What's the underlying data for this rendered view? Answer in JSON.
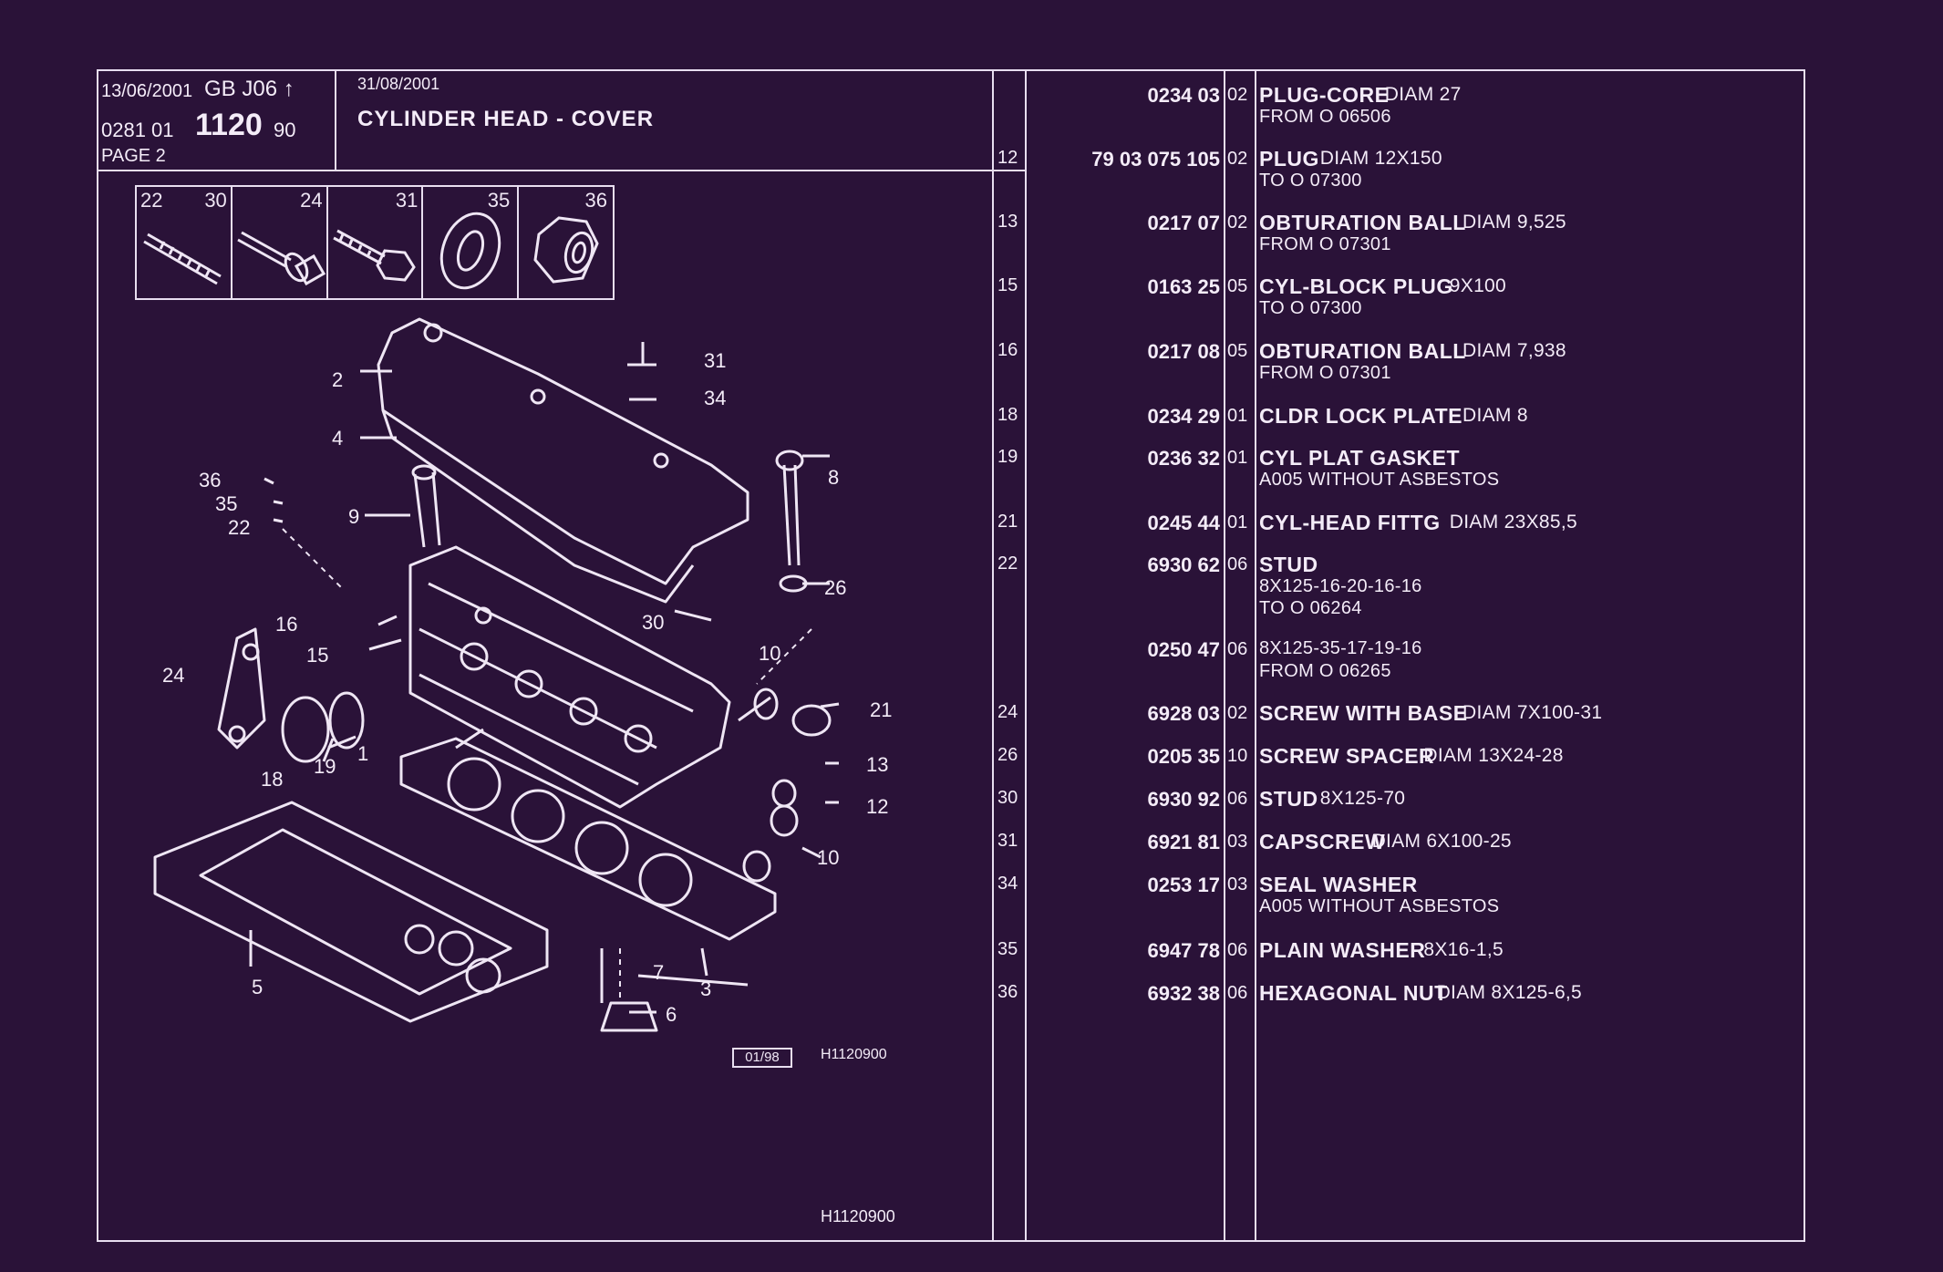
{
  "header": {
    "date_left": "13/06/2001",
    "gb_code": "GB  J06 ↑",
    "ref_prefix": "0281  01",
    "ref_main": "1120",
    "ref_suffix": "90",
    "page": "PAGE  2",
    "date_right": "31/08/2001",
    "title": "CYLINDER HEAD - COVER"
  },
  "thumbnails": [
    {
      "a": "22",
      "b": "30"
    },
    {
      "a": "",
      "b": "24"
    },
    {
      "a": "",
      "b": "31"
    },
    {
      "a": "",
      "b": "35"
    },
    {
      "a": "",
      "b": "36"
    }
  ],
  "callouts": [
    "31",
    "34",
    "2",
    "4",
    "8",
    "36",
    "35",
    "22",
    "9",
    "26",
    "30",
    "16",
    "15",
    "10",
    "24",
    "21",
    "13",
    "1",
    "18",
    "19",
    "12",
    "10",
    "7",
    "5",
    "3",
    "6"
  ],
  "stamp": "01/98",
  "drawing_code": "H1120900",
  "footer_code": "H1120900",
  "parts": [
    {
      "ref": "",
      "part": "0234 03",
      "qty": "02",
      "name": "PLUG-CORE",
      "spec": "DIAM 27",
      "note": "FROM  O  06506"
    },
    {
      "ref": "12",
      "part": "79 03 075 105",
      "qty": "02",
      "name": "PLUG",
      "spec": "DIAM 12X150",
      "note": "TO  O  07300"
    },
    {
      "ref": "13",
      "part": "0217 07",
      "qty": "02",
      "name": "OBTURATION BALL",
      "spec": "DIAM 9,525",
      "note": "FROM  O  07301"
    },
    {
      "ref": "15",
      "part": "0163 25",
      "qty": "05",
      "name": "CYL-BLOCK PLUG",
      "spec": "9X100",
      "note": "TO  O  07300"
    },
    {
      "ref": "16",
      "part": "0217 08",
      "qty": "05",
      "name": "OBTURATION BALL",
      "spec": "DIAM 7,938",
      "note": "FROM  O  07301"
    },
    {
      "ref": "18",
      "part": "0234 29",
      "qty": "01",
      "name": "CLDR LOCK PLATE",
      "spec": "DIAM 8",
      "note": ""
    },
    {
      "ref": "19",
      "part": "0236 32",
      "qty": "01",
      "name": "CYL PLAT GASKET",
      "spec": "",
      "note": "A005 WITHOUT ASBESTOS"
    },
    {
      "ref": "21",
      "part": "0245 44",
      "qty": "01",
      "name": "CYL-HEAD FITTG",
      "spec": "DIAM 23X85,5",
      "note": ""
    },
    {
      "ref": "22",
      "part": "6930 62",
      "qty": "06",
      "name": "STUD",
      "spec": "",
      "note": "8X125-16-20-16-16",
      "note2": "TO  O  06264"
    },
    {
      "ref": "",
      "part": "0250 47",
      "qty": "06",
      "name": "",
      "spec": "",
      "note": "8X125-35-17-19-16",
      "note2": "FROM  O  06265"
    },
    {
      "ref": "24",
      "part": "6928 03",
      "qty": "02",
      "name": "SCREW WITH BASE",
      "spec": "DIAM 7X100-31",
      "note": ""
    },
    {
      "ref": "26",
      "part": "0205 35",
      "qty": "10",
      "name": "SCREW SPACER",
      "spec": "DIAM 13X24-28",
      "note": ""
    },
    {
      "ref": "30",
      "part": "6930 92",
      "qty": "06",
      "name": "STUD",
      "spec": "8X125-70",
      "note": ""
    },
    {
      "ref": "31",
      "part": "6921 81",
      "qty": "03",
      "name": "CAPSCREW",
      "spec": "DIAM 6X100-25",
      "note": ""
    },
    {
      "ref": "34",
      "part": "0253 17",
      "qty": "03",
      "name": "SEAL WASHER",
      "spec": "",
      "note": "A005 WITHOUT ASBESTOS"
    },
    {
      "ref": "35",
      "part": "6947 78",
      "qty": "06",
      "name": "PLAIN WASHER",
      "spec": "8X16-1,5",
      "note": ""
    },
    {
      "ref": "36",
      "part": "6932 38",
      "qty": "06",
      "name": "HEXAGONAL NUT",
      "spec": "DIAM 8X125-6,5",
      "note": ""
    }
  ]
}
